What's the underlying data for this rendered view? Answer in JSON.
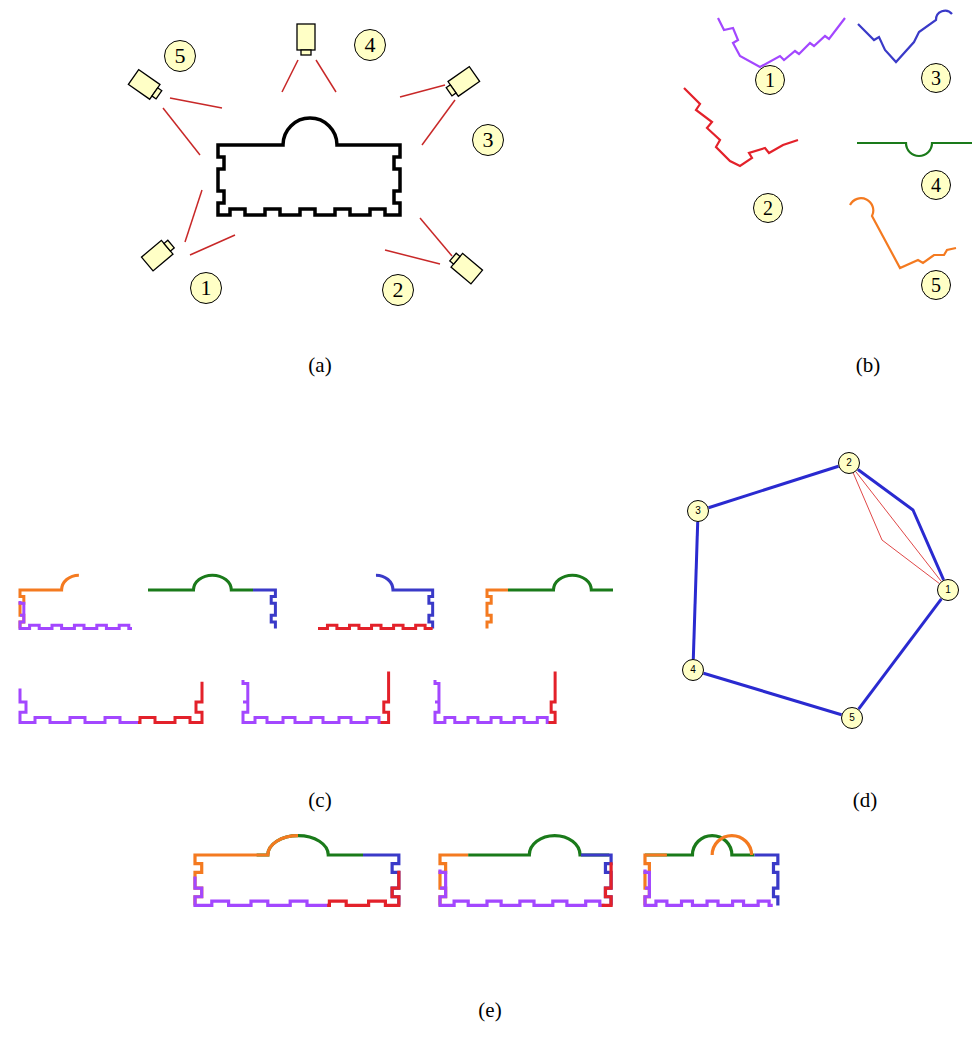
{
  "diagram": {
    "nodes": [
      {
        "text": [
          "5"
        ]
      },
      {
        "text": [
          "4"
        ]
      },
      {
        "text": [
          "3"
        ]
      },
      {
        "text": [
          "1"
        ]
      },
      {
        "text": [
          "2"
        ]
      },
      {
        "text": [
          "1"
        ]
      },
      {
        "text": [
          "3"
        ]
      },
      {
        "text": [
          "2"
        ]
      },
      {
        "text": [
          "4"
        ]
      },
      {
        "text": [
          "5"
        ]
      },
      {
        "text": [
          "2"
        ]
      },
      {
        "text": [
          "3"
        ]
      },
      {
        "text": [
          "1"
        ]
      },
      {
        "text": [
          "4"
        ]
      },
      {
        "text": [
          "5"
        ]
      }
    ],
    "edges": [
      {
        "from": 10,
        "to": 11,
        "arrow": "none"
      },
      {
        "from": 11,
        "to": 13,
        "arrow": "none"
      },
      {
        "from": 13,
        "to": 14,
        "arrow": "none"
      },
      {
        "from": 14,
        "to": 12,
        "arrow": "none"
      },
      {
        "from": 10,
        "to": 12,
        "arrow": "none"
      },
      {
        "from": 10,
        "to": 12,
        "arrow": "none"
      },
      {
        "from": 10,
        "to": 12,
        "arrow": "none"
      }
    ],
    "labels": [
      "(a)",
      "(b)",
      "(c)",
      "(d)",
      "(e)"
    ]
  }
}
